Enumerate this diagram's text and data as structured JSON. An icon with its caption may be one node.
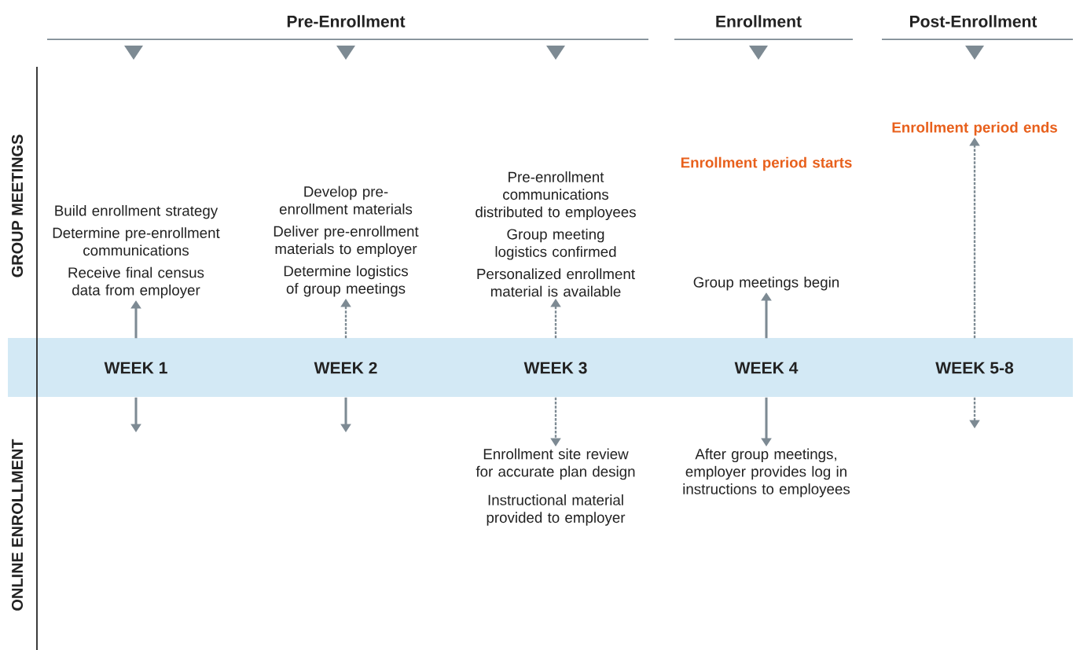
{
  "diagram": {
    "nodes": [
      {
        "text": [
          "WEEK 1"
        ]
      },
      {
        "text": [
          "WEEK 2"
        ]
      },
      {
        "text": [
          "WEEK 3"
        ]
      },
      {
        "text": [
          "WEEK 4"
        ]
      },
      {
        "text": [
          "WEEK 5-8"
        ]
      },
      {
        "text": [
          "Build enrollment strategy",
          "Determine pre-enrollment communications",
          "Receive final census data from employer"
        ]
      },
      {
        "text": [
          "Develop pre-enrollment materials",
          "Deliver pre-enrollment materials to employer",
          "Determine logistics of group meetings"
        ]
      },
      {
        "text": [
          "Pre-enrollment communications distributed to employees",
          "Group meeting logistics confirmed",
          "Personalized enrollment material is available"
        ]
      },
      {
        "text": [
          "Enrollment period starts",
          "Group meetings begin"
        ]
      },
      {
        "text": [
          "Enrollment period ends"
        ]
      },
      {
        "text": [
          "Enrollment site review for accurate plan design",
          "Instructional material provided to employer"
        ]
      },
      {
        "text": [
          "After group meetings, employer provides log in instructions to employees"
        ]
      }
    ],
    "edges": [
      {
        "from": 0,
        "to": 5,
        "arrow": "to"
      },
      {
        "from": 1,
        "to": 6,
        "arrow": "to",
        "style": "dashed"
      },
      {
        "from": 2,
        "to": 7,
        "arrow": "to",
        "style": "dashed"
      },
      {
        "from": 3,
        "to": 8,
        "arrow": "to"
      },
      {
        "from": 4,
        "to": 9,
        "arrow": "to",
        "style": "dashed"
      },
      {
        "from": 0,
        "to": null,
        "arrow": "to"
      },
      {
        "from": 1,
        "to": null,
        "arrow": "to"
      },
      {
        "from": 2,
        "to": 10,
        "arrow": "to",
        "style": "dashed"
      },
      {
        "from": 3,
        "to": 11,
        "arrow": "to"
      },
      {
        "from": 4,
        "to": null,
        "arrow": "to",
        "style": "dashed"
      }
    ],
    "labels": [
      "Pre-Enrollment",
      "Enrollment",
      "Post-Enrollment",
      "GROUP MEETINGS",
      "ONLINE ENROLLMENT"
    ]
  }
}
